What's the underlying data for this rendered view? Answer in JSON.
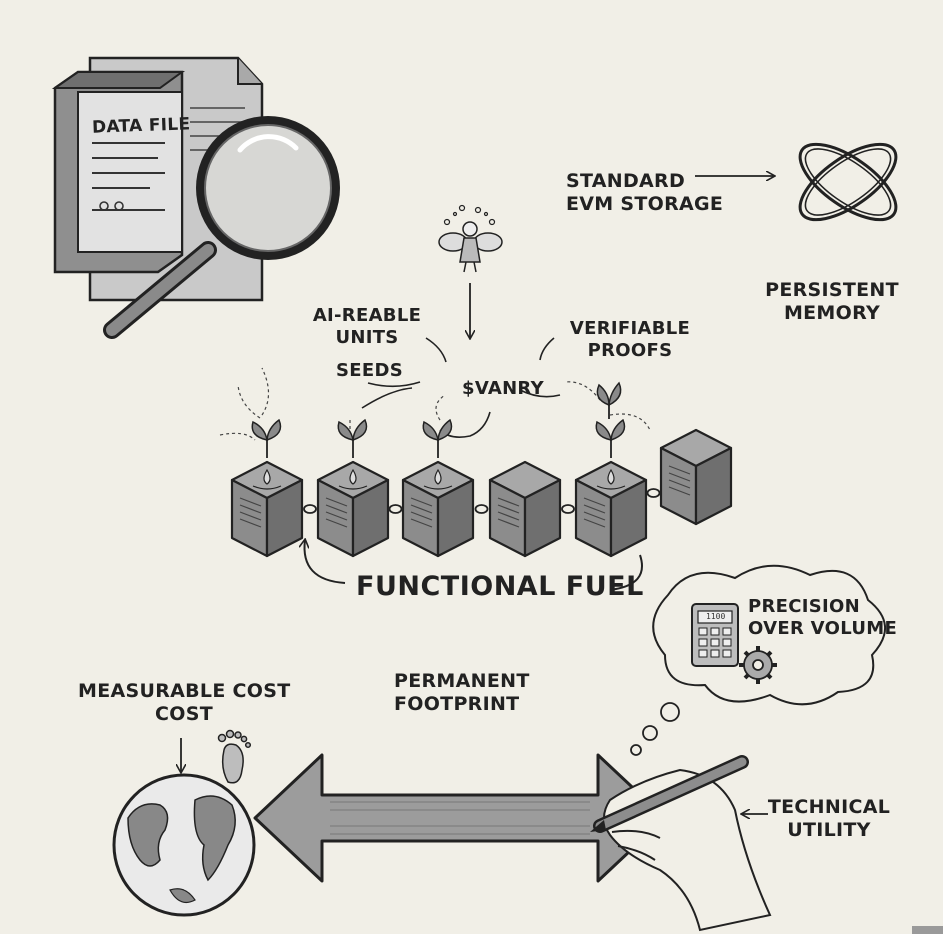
{
  "file_label": "DATA FILE",
  "labels": {
    "standard_evm_storage": [
      "STANDARD",
      "EVM STORAGE"
    ],
    "persistent_memory": [
      "PERSISTENT",
      "MEMORY"
    ],
    "ai_readable_units": [
      "AI-REABLE",
      "UNITS"
    ],
    "seeds": "SEEDS",
    "vanry": "$VANRY",
    "verifiable_proofs": [
      "VERIFIABLE",
      "PROOFS"
    ],
    "functional_fuel": "FUNCTIONAL FUEL",
    "precision_over_volume": [
      "PRECISION",
      "OVER VOLUME"
    ],
    "measurable_cost": [
      "MEASURABLE COST",
      "COST"
    ],
    "permanent_footprint": [
      "PERMANENT",
      "FOOTPRINT"
    ],
    "technical_utility": [
      "TECHNICAL",
      "UTILITY"
    ]
  },
  "calculator_display": "1100",
  "icons": [
    "document-icon",
    "magnifier-icon",
    "knot-icon",
    "fairy-icon",
    "sprout-icon",
    "block-icon",
    "calculator-icon",
    "gear-icon",
    "globe-icon",
    "footprint-icon",
    "hand-icon",
    "pen-icon",
    "double-arrow-icon"
  ],
  "colors": {
    "paper": "#f1efe7",
    "ink": "#222222",
    "shade": "#9a9a9a",
    "light": "#d8d8d8"
  }
}
